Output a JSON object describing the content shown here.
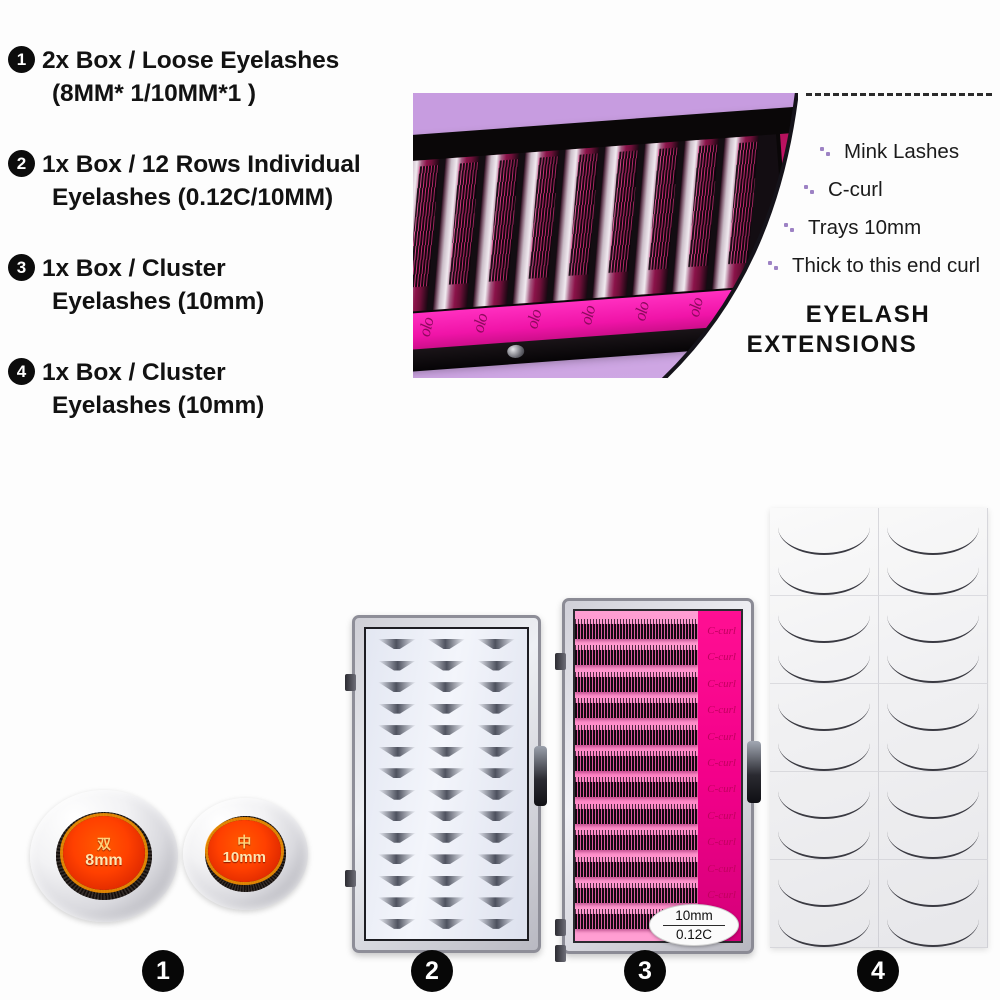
{
  "spec_list": {
    "items": [
      {
        "badge": "1",
        "line1": "2x Box / Loose Eyelashes",
        "line2": "(8MM* 1/10MM*1 )"
      },
      {
        "badge": "2",
        "line1": "1x Box / 12 Rows Individual",
        "line2": "Eyelashes (0.12C/10MM)"
      },
      {
        "badge": "3",
        "line1": "1x Box / Cluster",
        "line2": "Eyelashes (10mm)"
      },
      {
        "badge": "4",
        "line1": "1x Box / Cluster",
        "line2": "Eyelashes (10mm)"
      }
    ]
  },
  "hero": {
    "features": [
      {
        "label": "Mink Lashes"
      },
      {
        "label": "C-curl"
      },
      {
        "label": "Trays 10mm"
      },
      {
        "label": "Thick to this end curl"
      }
    ],
    "title_line1": "EYELASH",
    "title_line2": "EXTENSIONS",
    "strip_script": "olo",
    "panel_color": "#c89ddf",
    "strip_color": "#f014a8",
    "bullet_color": "#9d82c4"
  },
  "products": {
    "p1": {
      "badge": "1",
      "jars": [
        {
          "symbol": "双",
          "size": "8mm"
        },
        {
          "symbol": "中",
          "size": "10mm"
        }
      ]
    },
    "p2": {
      "badge": "2",
      "columns": 3,
      "clusters_per_column": 14
    },
    "p3": {
      "badge": "3",
      "rows": 12,
      "label_top": "10mm",
      "label_bottom": "0.12C",
      "side_script": "C-curl"
    },
    "p4": {
      "badge": "4",
      "rows": 5,
      "columns": 2
    }
  }
}
